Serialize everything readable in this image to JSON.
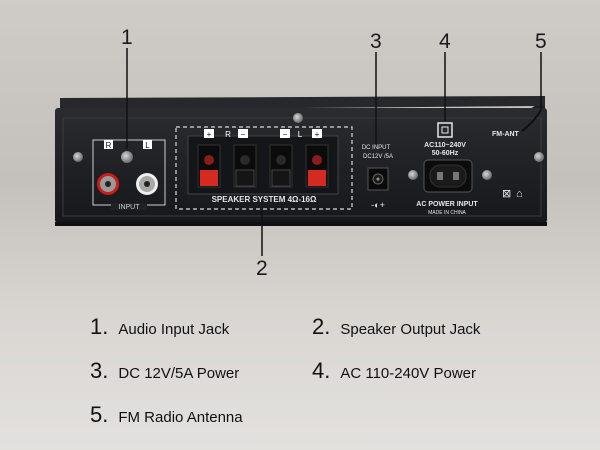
{
  "callouts": [
    {
      "number": "1",
      "id": "audio-input"
    },
    {
      "number": "2",
      "id": "speaker-output"
    },
    {
      "number": "3",
      "id": "dc-power"
    },
    {
      "number": "4",
      "id": "ac-power"
    },
    {
      "number": "5",
      "id": "fm-antenna"
    }
  ],
  "device": {
    "input_channel_r": "R",
    "input_channel_l": "L",
    "input_label": "INPUT",
    "speaker_channels": [
      "+",
      "R",
      "−",
      "−",
      "L",
      "+"
    ],
    "speaker_label": "SPEAKER SYSTEM 4Ω-16Ω",
    "dc_label_line1": "DC INPUT",
    "dc_label_line2": "DC12V /5A",
    "ac_label_line1": "AC110~240V",
    "ac_label_line2": "50-60Hz",
    "ac_power_label": "AC POWER INPUT",
    "made_in": "MADE IN CHINA",
    "antenna_label": "FM-ANT"
  },
  "legend": [
    {
      "number": "1.",
      "label": "Audio Input Jack"
    },
    {
      "number": "2.",
      "label": "Speaker Output Jack"
    },
    {
      "number": "3.",
      "label": "DC 12V/5A Power"
    },
    {
      "number": "4.",
      "label": "AC 110-240V Power"
    },
    {
      "number": "5.",
      "label": "FM Radio Antenna"
    }
  ]
}
